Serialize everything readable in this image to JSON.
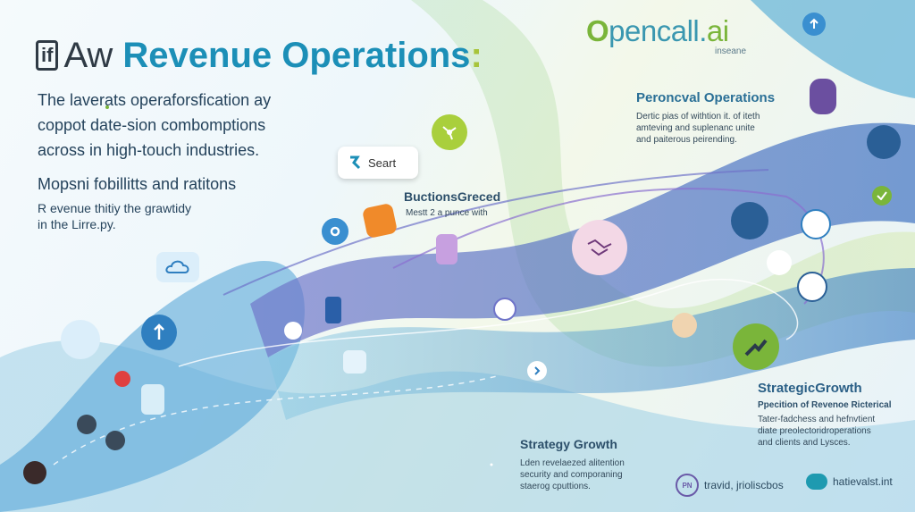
{
  "header": {
    "logo_glyph": "if",
    "prefix": "Aw",
    "title": "Revenue Operations",
    "colon": ":"
  },
  "intro": {
    "lines": [
      "The laverats operaforsfication ay",
      "coppot date-sion combomptions",
      "across in high-touch industries."
    ]
  },
  "capabilities": {
    "heading": "Mopsni fobillitts and ratitons",
    "lines": [
      "R evenue thitiy the grawtidy",
      "in the Lirre.py."
    ]
  },
  "brand": {
    "lead": "O",
    "name": "pencall.",
    "suffix": "ai",
    "tagline": "inseane"
  },
  "search": {
    "label": "Seart"
  },
  "buctions": {
    "heading": "BuctionsGreced",
    "text": "Mestt 2 a punce with"
  },
  "personal_ops": {
    "heading": "Peroncval Operations",
    "lines": [
      "Dertic pias of withtion it. of iteth",
      "amteving and suplenanc unite",
      "and paiterous peirending."
    ]
  },
  "strategic_growth": {
    "heading": "StrategicGrowth",
    "subheading": "Ppecition of Revenoe Ricterical",
    "lines": [
      "Tater-fadchess and hefnvtient",
      "diate preolectoridroperations",
      "and clients and Lysces."
    ]
  },
  "strategy_growth": {
    "heading": "Strategy Growth",
    "lines": [
      "Lden revelaezed alitention",
      "security and comporaning",
      "staerog cputtions."
    ]
  },
  "footer": {
    "left_badge": "PN",
    "left_text": "travid, jrioliscbos",
    "right_text": "hatievalst.int"
  },
  "colors": {
    "accent": "#1c8fb7",
    "brand_green": "#7ab53a",
    "ribbon_blue": "#3d7fc4",
    "ribbon_purple": "#6f74c9",
    "ribbon_teal": "#47a9c9"
  },
  "icons": [
    "cloud-icon",
    "gear-icon",
    "briefcase-icon",
    "molecule-icon",
    "handshake-icon",
    "checkmark-icon",
    "avatar-icon",
    "chart-icon",
    "bank-icon",
    "globe-icon",
    "arrow-icon",
    "person-icon"
  ]
}
